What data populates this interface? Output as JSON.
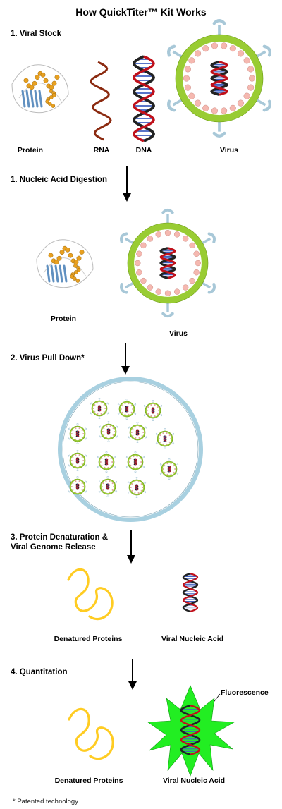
{
  "title": "How QuickTiter™ Kit Works",
  "steps": {
    "s1": "1. Viral Stock",
    "s2": "1. Nucleic Acid Digestion",
    "s3": "2. Virus Pull Down*",
    "s4_line1": "3. Protein Denaturation &",
    "s4_line2": "Viral Genome Release",
    "s5": "4. Quantitation"
  },
  "labels": {
    "protein": "Protein",
    "rna": "RNA",
    "dna": "DNA",
    "virus": "Virus",
    "denatured_proteins": "Denatured Proteins",
    "viral_nucleic_acid": "Viral Nucleic Acid",
    "fluorescence": "Fluorescence"
  },
  "footnote": "* Patented technology",
  "colors": {
    "capsid_ring": "#99cc33",
    "capsid_dots": "#f5b8b0",
    "receptor": "#a8c8d8",
    "dna_red": "#c0101a",
    "dna_blue": "#4060c0",
    "rna": "#8b2a10",
    "denatured_protein": "#ffcc22",
    "fluorescence_burst": "#22ee22",
    "plate_ring": "#a8d0e0",
    "protein_gold": "#e8a020",
    "protein_blue": "#6090c0"
  }
}
